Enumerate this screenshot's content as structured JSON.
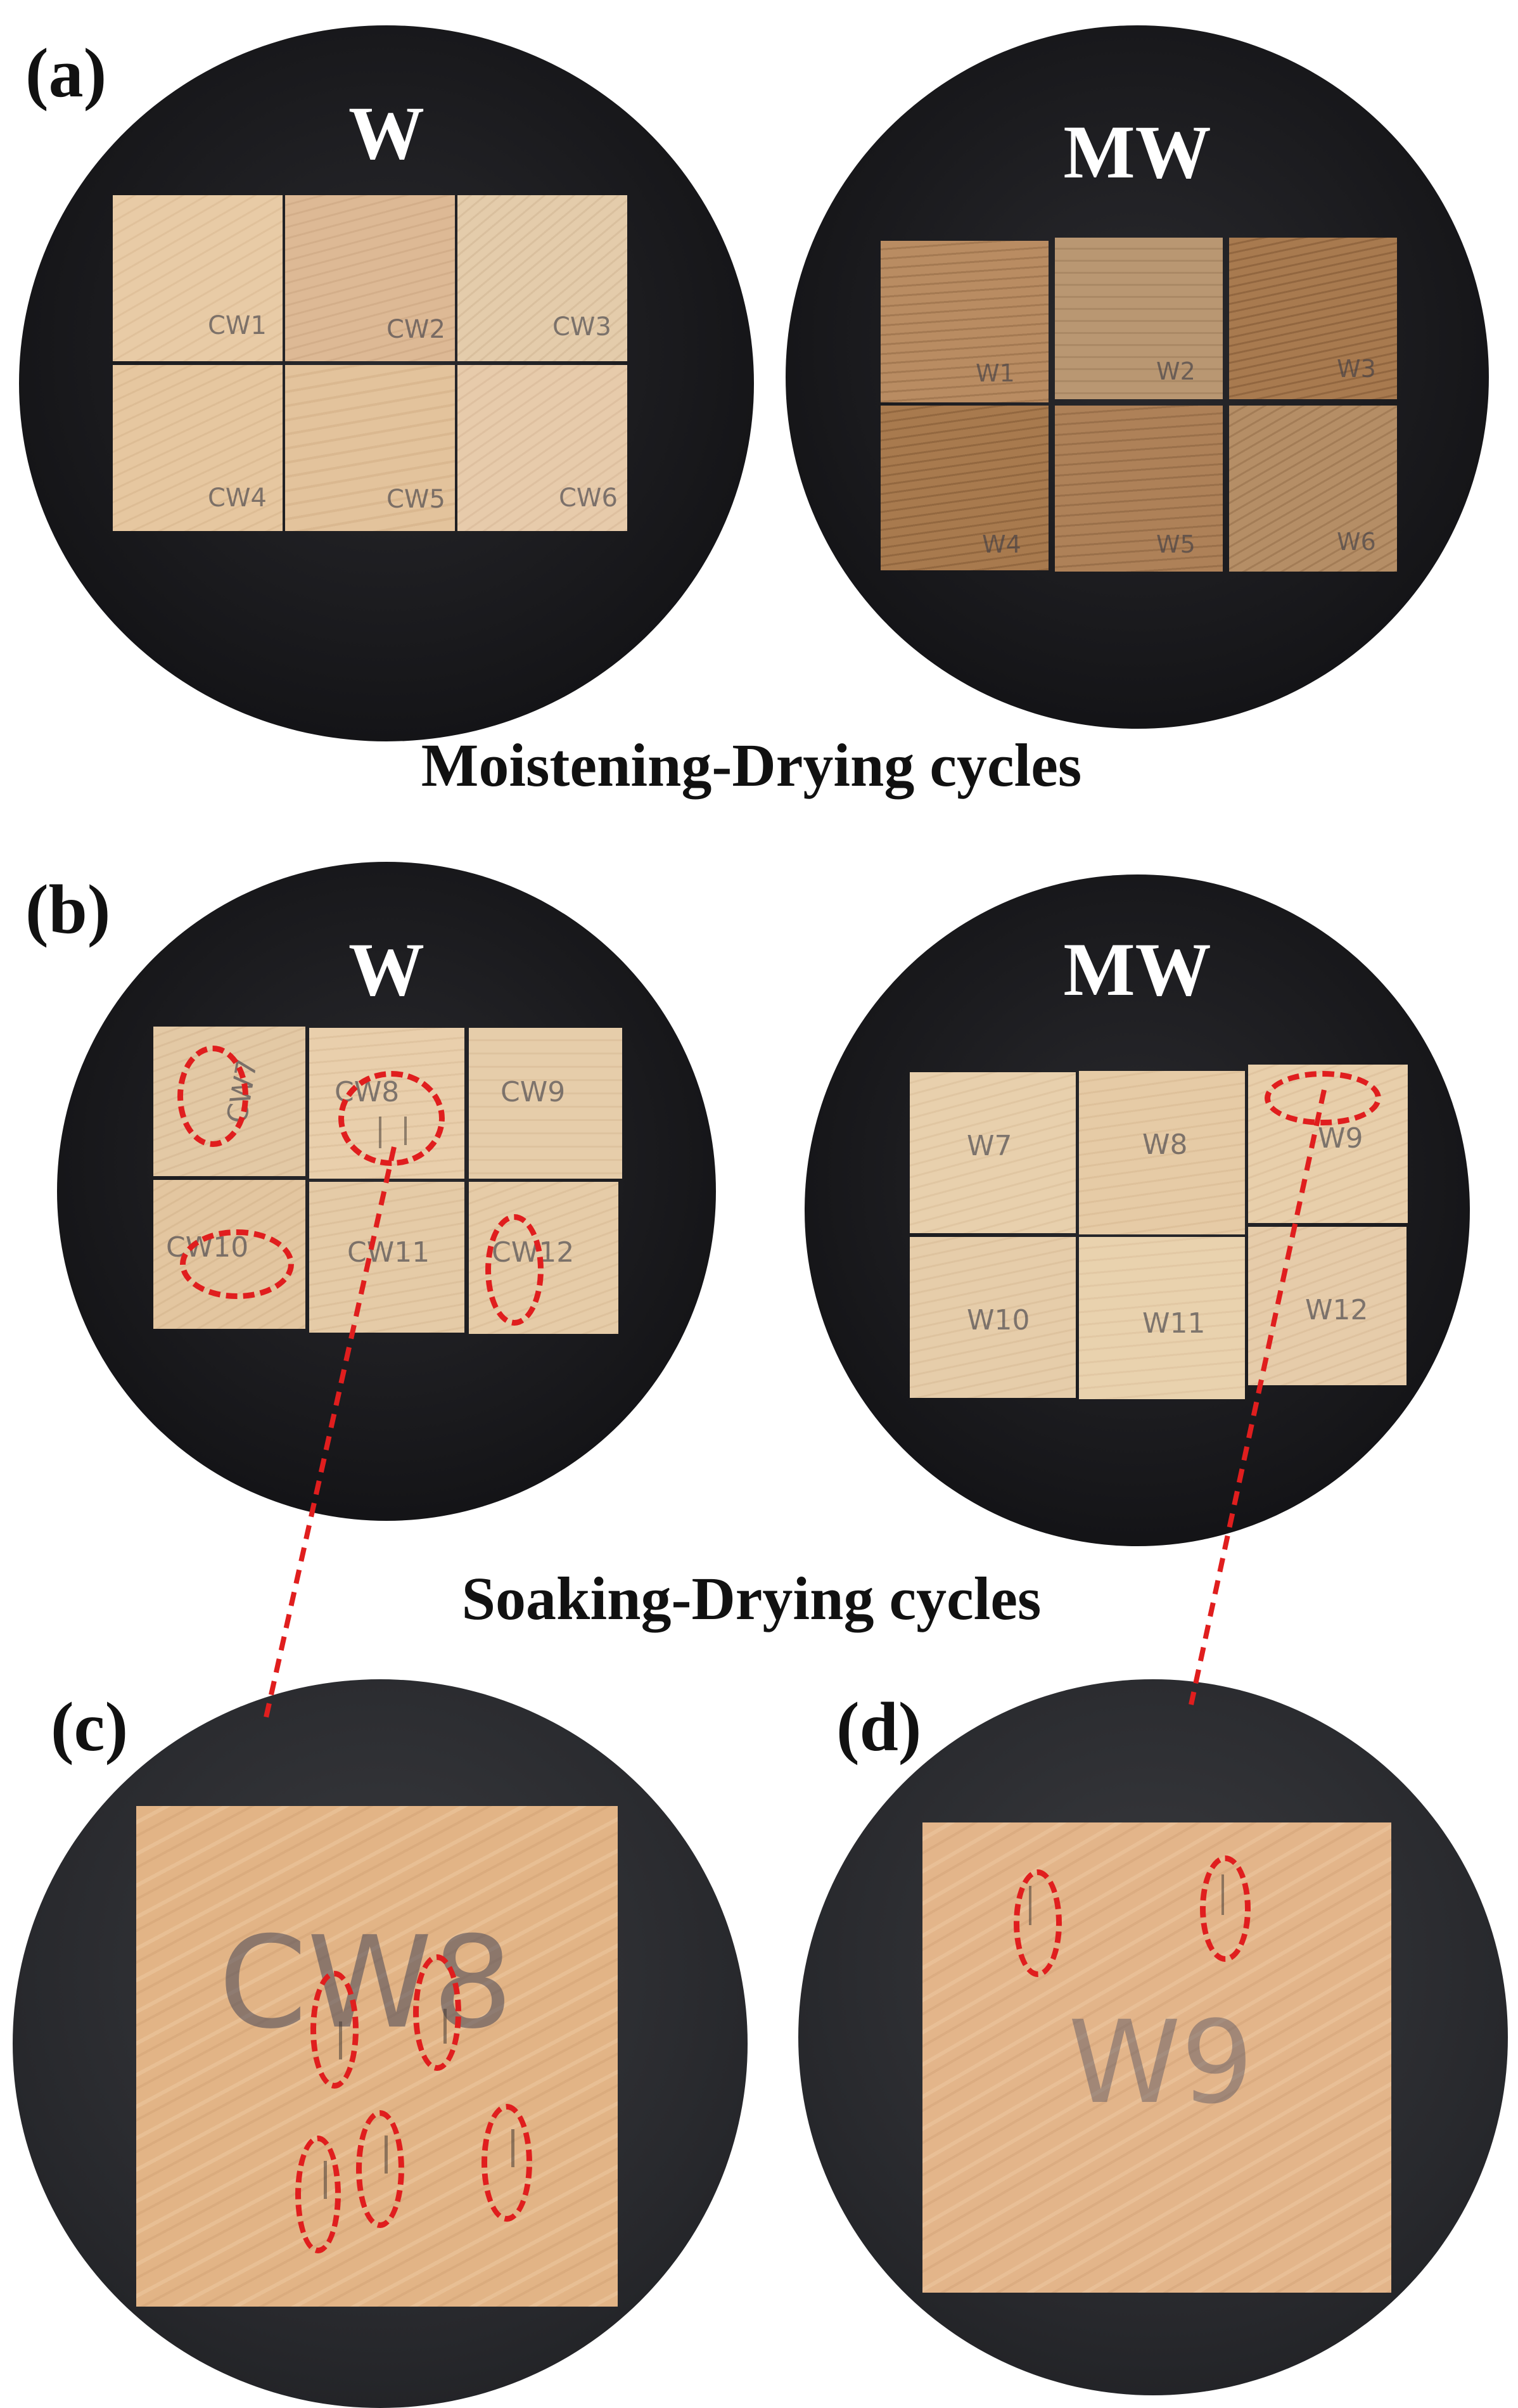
{
  "panels": {
    "a": {
      "label": "(a)",
      "left_title": "W",
      "right_title": "MW",
      "caption": "Moistening-Drying cycles"
    },
    "b": {
      "label": "(b)",
      "left_title": "W",
      "right_title": "MW",
      "caption": "Soaking-Drying cycles"
    },
    "c": {
      "label": "(c)"
    },
    "d": {
      "label": "(d)"
    }
  },
  "specimens": {
    "a_w": [
      "CW1",
      "CW2",
      "CW3",
      "CW4",
      "CW5",
      "CW6"
    ],
    "a_mw": [
      "W1",
      "W2",
      "W3",
      "W4",
      "W5",
      "W6"
    ],
    "b_w": [
      "CW7",
      "CW8",
      "CW9",
      "CW10",
      "CW11",
      "CW12"
    ],
    "b_mw": [
      "W7",
      "W8",
      "W9",
      "W10",
      "W11",
      "W12"
    ],
    "c": "CW8",
    "d": "W9"
  },
  "colors": {
    "highlight": "#e01e1e",
    "background_disc": "#151518",
    "wood_light": "#e6c9a4",
    "wood_dark": "#a97d52",
    "wood_closeup": "#e3b487"
  }
}
